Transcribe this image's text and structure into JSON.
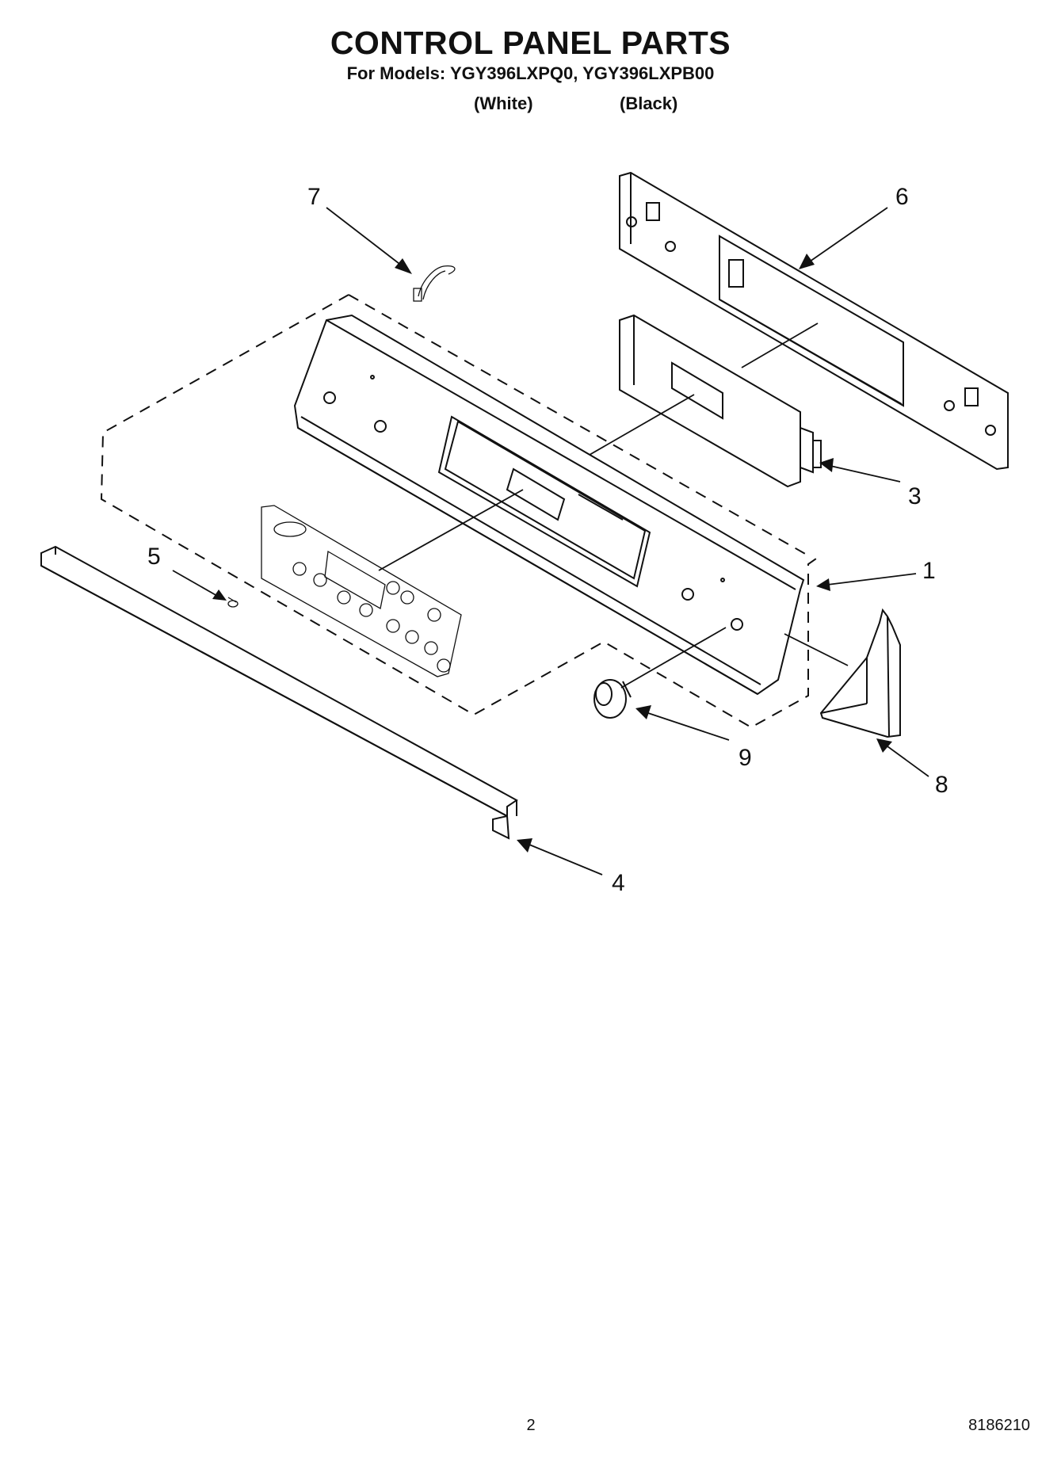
{
  "header": {
    "title": "CONTROL PANEL PARTS",
    "models": "For Models: YGY396LXPQ0, YGY396LXPB00",
    "color_white": "(White)",
    "color_black": "(Black)"
  },
  "callouts": {
    "part1": "1",
    "part3": "3",
    "part4": "4",
    "part5": "5",
    "part6": "6",
    "part7": "7",
    "part8": "8",
    "part9": "9"
  },
  "footer": {
    "page_number": "2",
    "document_number": "8186210"
  }
}
